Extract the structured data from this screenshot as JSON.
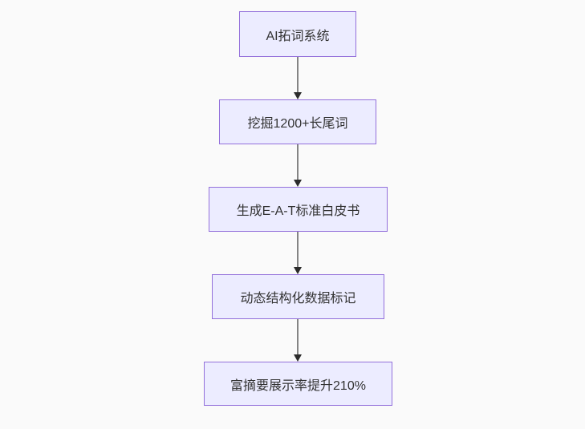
{
  "diagram": {
    "type": "flowchart",
    "direction": "top-down",
    "nodes": [
      {
        "id": "node-1",
        "label": "AI拓词系统"
      },
      {
        "id": "node-2",
        "label": "挖掘1200+长尾词"
      },
      {
        "id": "node-3",
        "label": "生成E-A-T标准白皮书"
      },
      {
        "id": "node-4",
        "label": "动态结构化数据标记"
      },
      {
        "id": "node-5",
        "label": "富摘要展示率提升210%"
      }
    ],
    "edges": [
      {
        "from": "node-1",
        "to": "node-2",
        "style": "arrow-down"
      },
      {
        "from": "node-2",
        "to": "node-3",
        "style": "arrow-down"
      },
      {
        "from": "node-3",
        "to": "node-4",
        "style": "arrow-down"
      },
      {
        "from": "node-4",
        "to": "node-5",
        "style": "arrow-down"
      }
    ],
    "colors": {
      "background": "#fafafa",
      "node_fill": "#ECECFF",
      "node_border": "#9370DB",
      "node_text": "#333333",
      "edge_line": "#848484",
      "edge_arrowhead": "#2b2b2b"
    }
  }
}
